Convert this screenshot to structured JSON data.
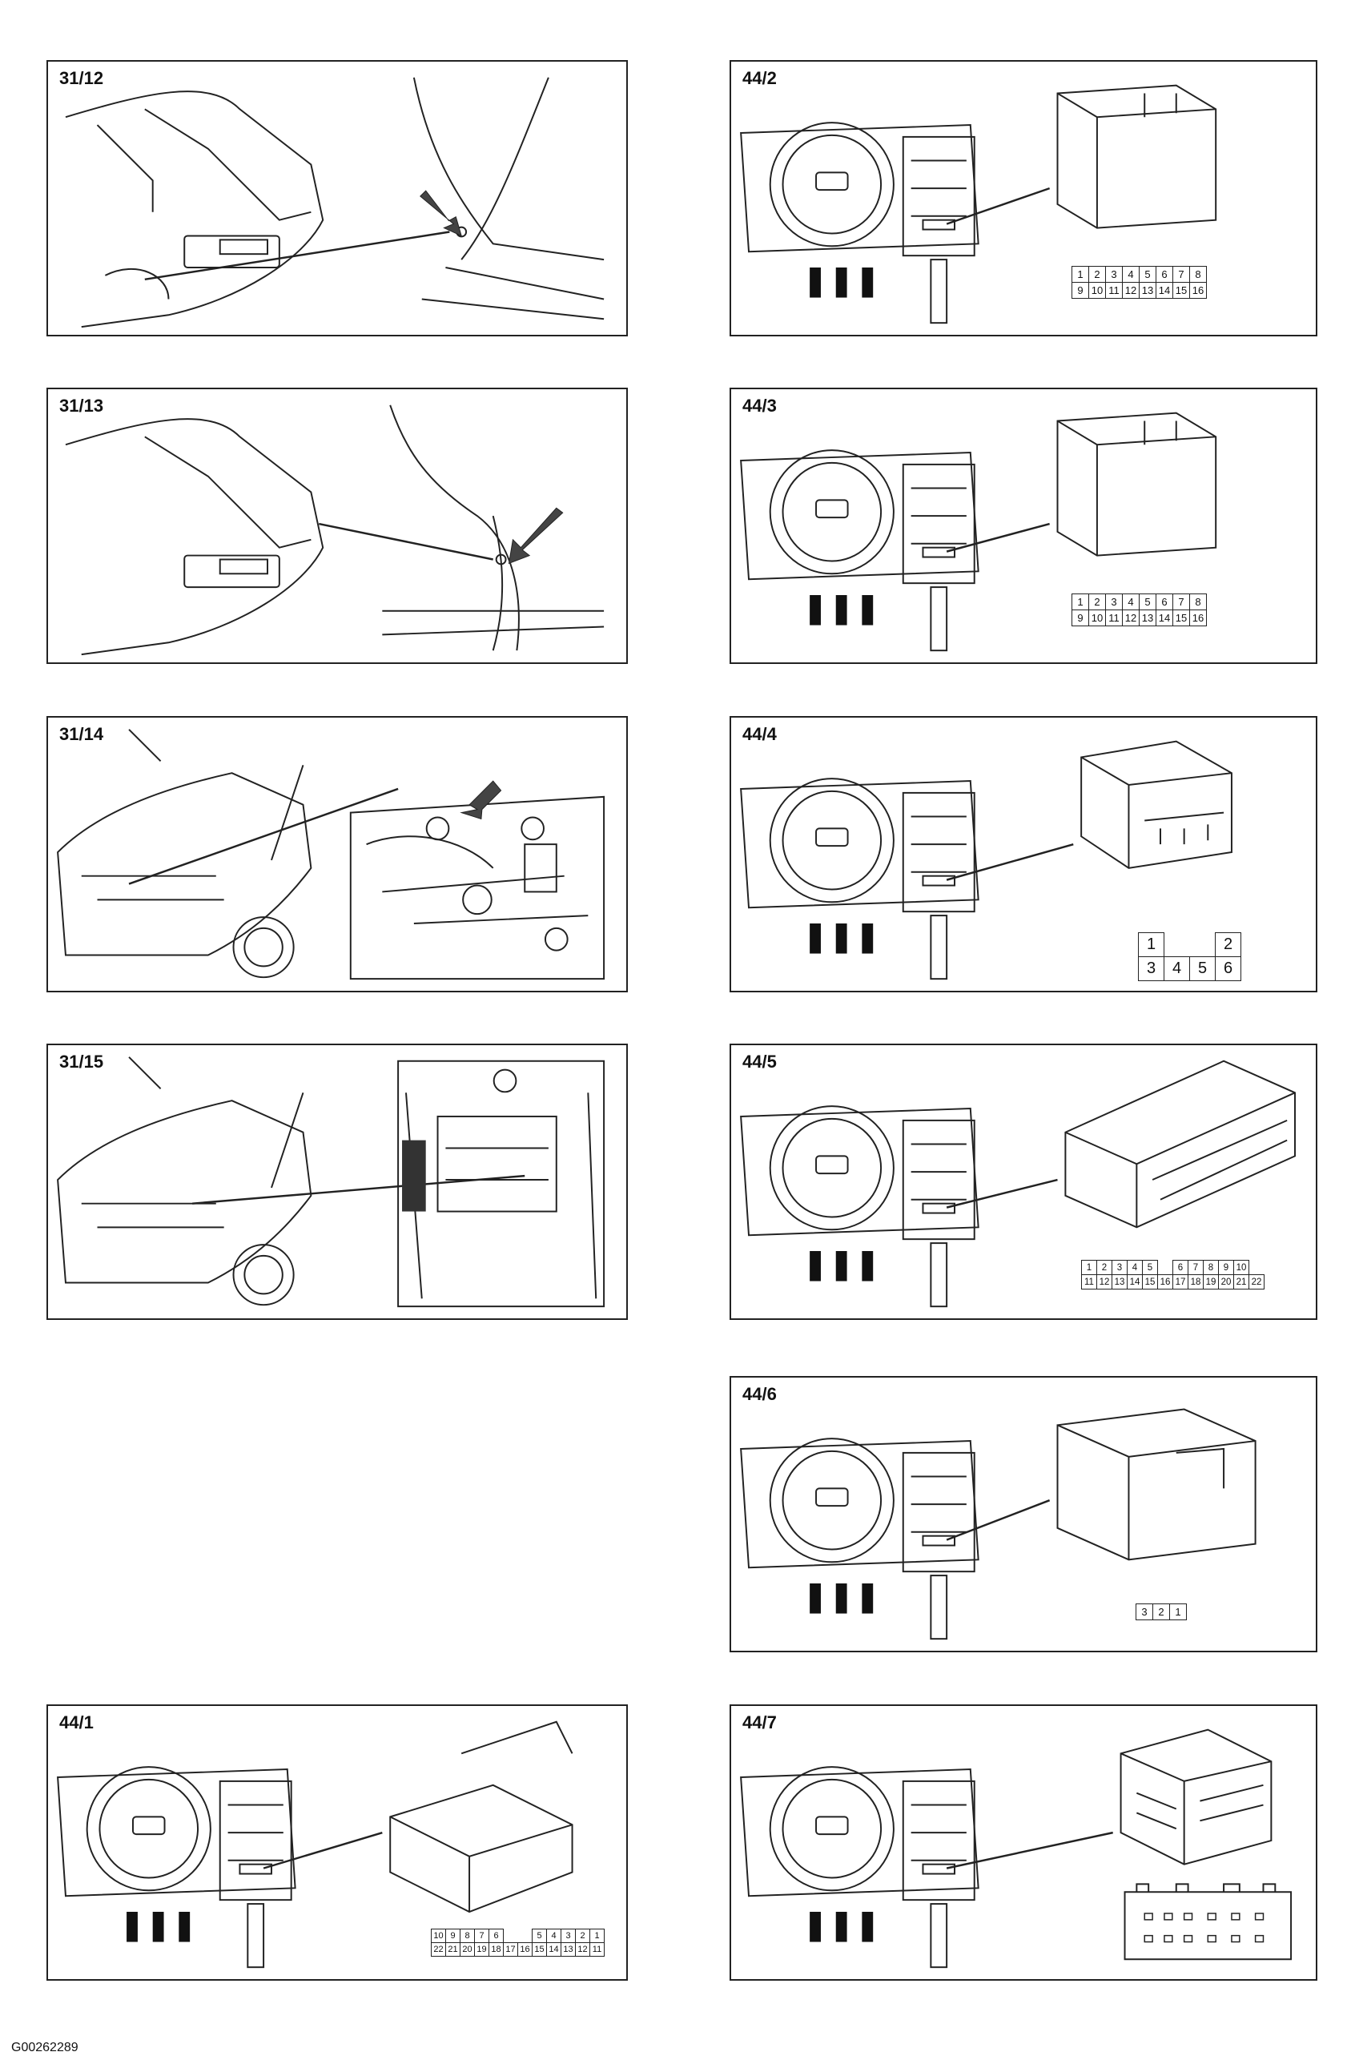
{
  "figure_code": "G00262289",
  "panels": {
    "p31_12": {
      "label": "31/12"
    },
    "p31_13": {
      "label": "31/13"
    },
    "p31_14": {
      "label": "31/14"
    },
    "p31_15": {
      "label": "31/15"
    },
    "p44_1": {
      "label": "44/1",
      "pins": {
        "row1": [
          "10",
          "9",
          "8",
          "7",
          "6",
          "",
          "",
          "5",
          "4",
          "3",
          "2",
          "1"
        ],
        "row2": [
          "22",
          "21",
          "20",
          "19",
          "18",
          "17",
          "16",
          "15",
          "14",
          "13",
          "12",
          "11"
        ]
      }
    },
    "p44_2": {
      "label": "44/2",
      "pins": {
        "row1": [
          "1",
          "2",
          "3",
          "4",
          "5",
          "6",
          "7",
          "8"
        ],
        "row2": [
          "9",
          "10",
          "11",
          "12",
          "13",
          "14",
          "15",
          "16"
        ]
      }
    },
    "p44_3": {
      "label": "44/3",
      "pins": {
        "row1": [
          "1",
          "2",
          "3",
          "4",
          "5",
          "6",
          "7",
          "8"
        ],
        "row2": [
          "9",
          "10",
          "11",
          "12",
          "13",
          "14",
          "15",
          "16"
        ]
      }
    },
    "p44_4": {
      "label": "44/4",
      "pins": {
        "row1": [
          "1",
          "",
          "",
          "2"
        ],
        "row2": [
          "3",
          "4",
          "5",
          "6"
        ]
      }
    },
    "p44_5": {
      "label": "44/5",
      "pins": {
        "row1": [
          "1",
          "2",
          "3",
          "4",
          "5",
          "",
          "6",
          "7",
          "8",
          "9",
          "10"
        ],
        "row2": [
          "11",
          "12",
          "13",
          "14",
          "15",
          "16",
          "17",
          "18",
          "19",
          "20",
          "21",
          "22"
        ]
      }
    },
    "p44_6": {
      "label": "44/6",
      "pins": {
        "row1": [
          "3",
          "2",
          "1"
        ]
      }
    },
    "p44_7": {
      "label": "44/7"
    }
  }
}
